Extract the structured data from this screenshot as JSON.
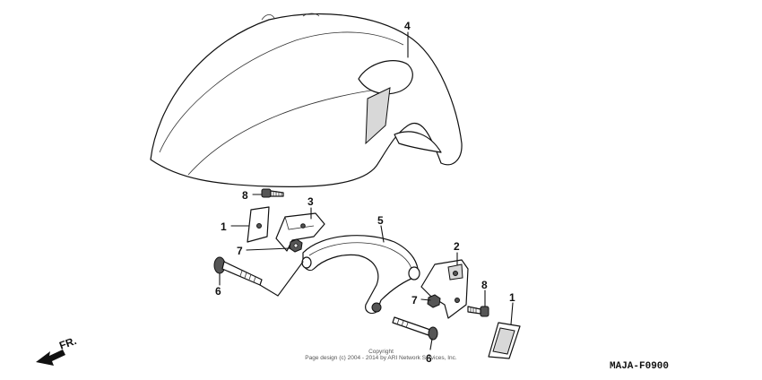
{
  "callouts": {
    "fender": "4",
    "bolt_upper": "8",
    "stay_left": "1",
    "stay_bracket": "3",
    "nut_left": "7",
    "bolt_long_left": "6",
    "fender_stay": "5",
    "bracket_right": "2",
    "nut_right": "7",
    "bolt_right": "8",
    "reflector": "1",
    "bolt_long_right": "6"
  },
  "front_indicator": "FR.",
  "ref_code": "MAJA-F0900",
  "copyright": {
    "line1": "Copyright",
    "line2": "Page design (c) 2004 - 2014 by ARI Network Services, Inc."
  },
  "colors": {
    "ink": "#111111",
    "background": "#ffffff"
  }
}
